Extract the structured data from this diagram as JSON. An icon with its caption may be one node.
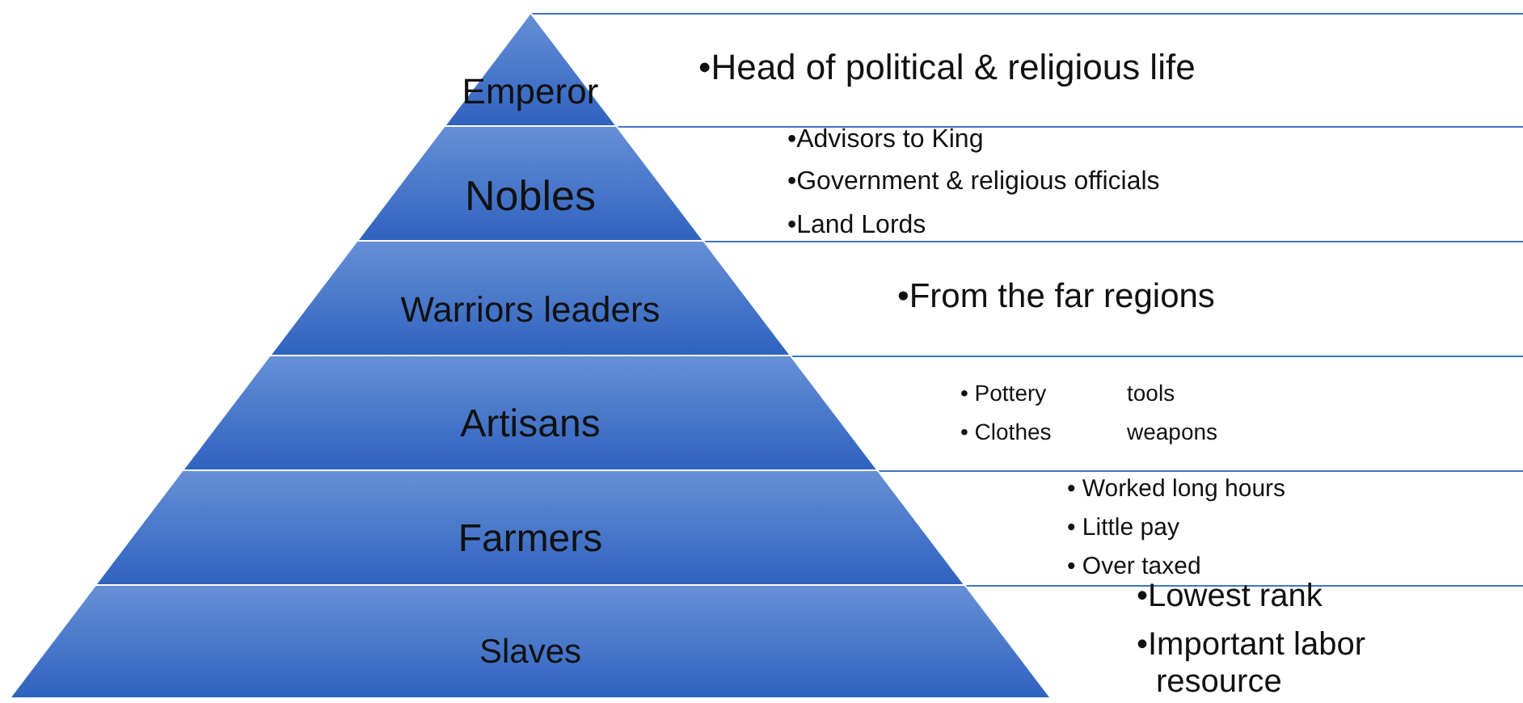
{
  "diagram": {
    "nodes": [
      {
        "text": [
          "Emperor"
        ]
      },
      {
        "text": [
          "Nobles"
        ]
      },
      {
        "text": [
          "Warriors leaders"
        ]
      },
      {
        "text": [
          "Artisans"
        ]
      },
      {
        "text": [
          "Farmers"
        ]
      },
      {
        "text": [
          "Slaves"
        ]
      }
    ],
    "labels": [
      "•Head of political & religious life",
      "•Advisors to King",
      "•Government & religious officials",
      "•Land Lords",
      "•From the far regions",
      "• Pottery",
      "tools",
      "• Clothes",
      "weapons",
      "• Worked long hours",
      "• Little pay",
      "• Over taxed",
      "•Lowest rank",
      "•Important labor resource"
    ]
  }
}
